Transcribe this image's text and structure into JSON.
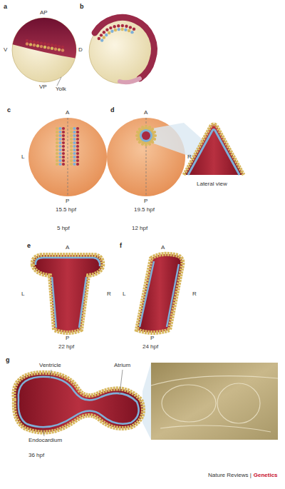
{
  "diagram": {
    "labels": [
      "a",
      "b",
      "AP",
      "V",
      "D",
      "VP",
      "Yolk",
      "c",
      "A",
      "L",
      "P",
      "15.5 hpf",
      "d",
      "A",
      "R",
      "P",
      "19.5 hpf",
      "Lateral view",
      "5 hpf",
      "12 hpf",
      "e",
      "A",
      "L",
      "R",
      "P",
      "22 hpf",
      "f",
      "A",
      "L",
      "R",
      "P",
      "24 hpf",
      "g",
      "Ventricle",
      "Atrium",
      "Endocardium",
      "36 hpf",
      "Nature Reviews |",
      "Genetics"
    ]
  }
}
